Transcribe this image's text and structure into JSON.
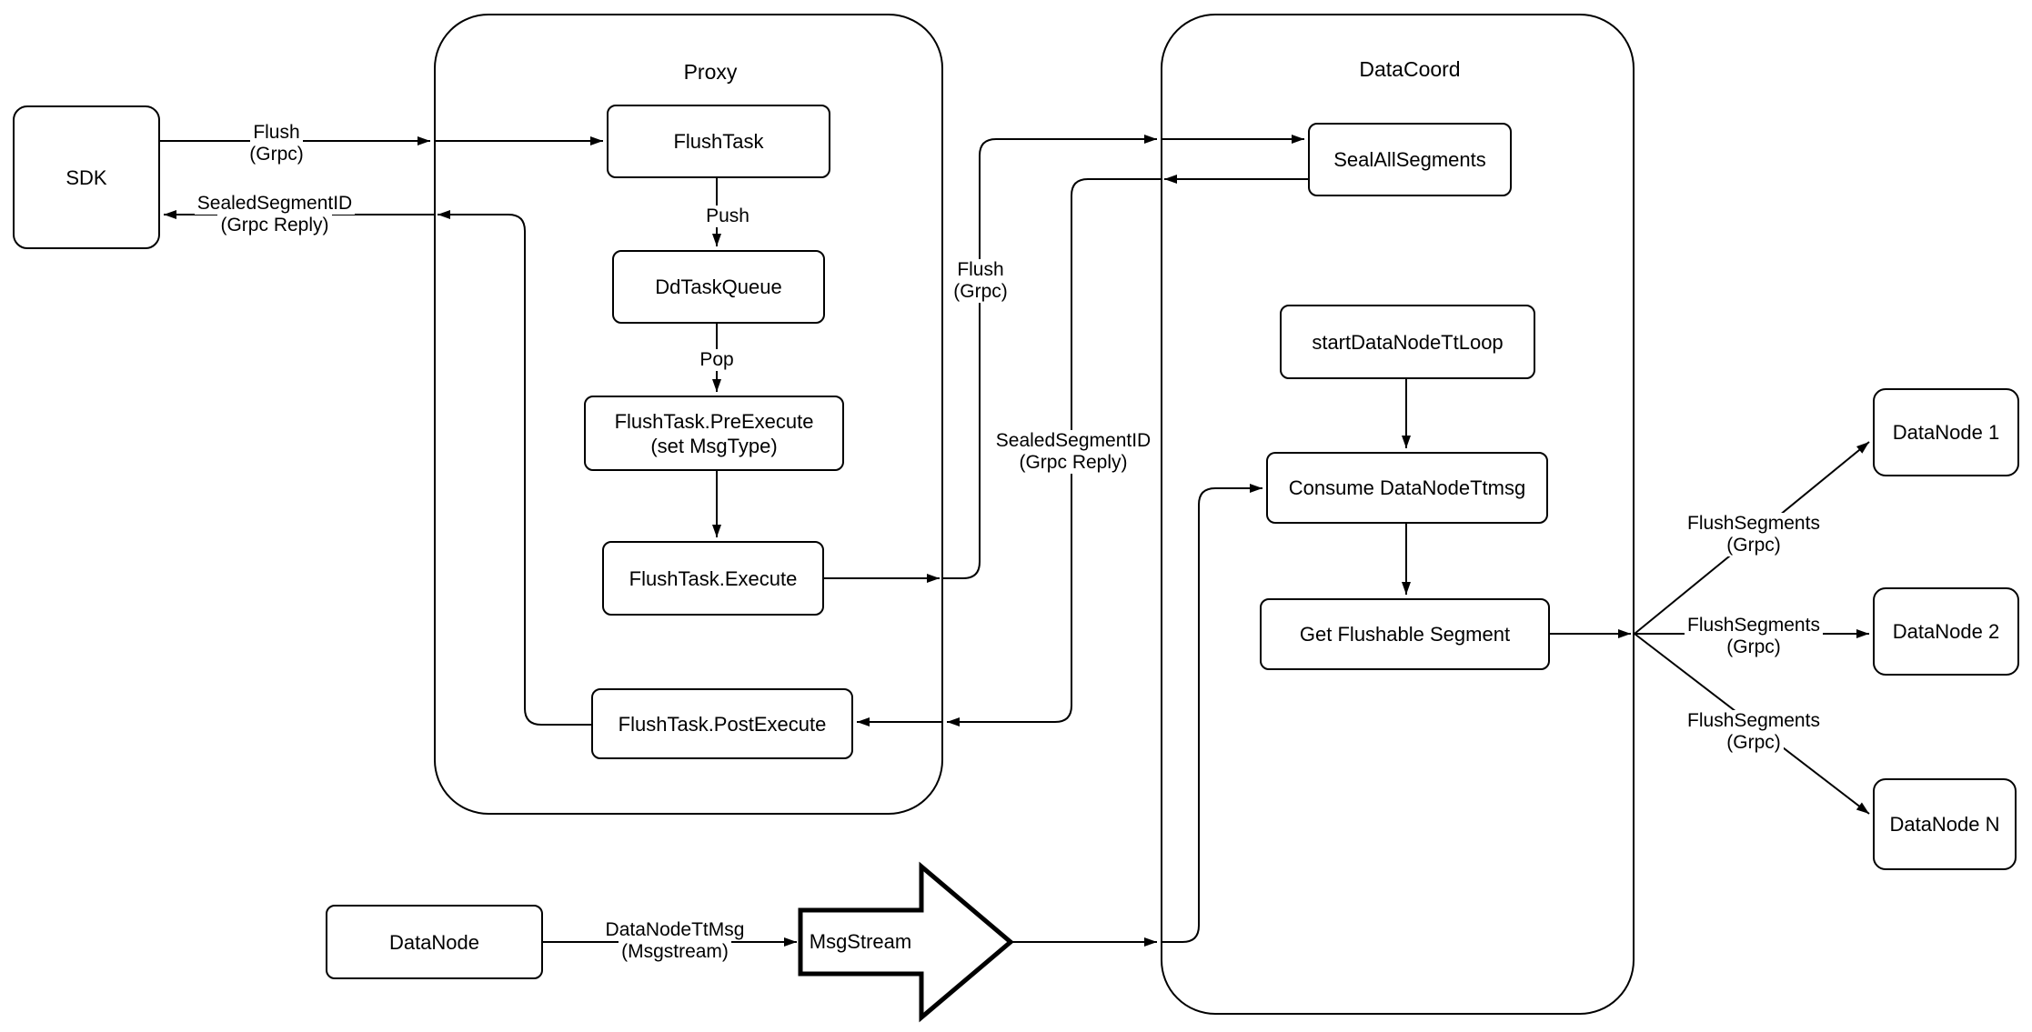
{
  "page": {
    "background": "#ffffff",
    "line_color": "#000000"
  },
  "containers": {
    "proxy": {
      "title": "Proxy"
    },
    "datacoord": {
      "title": "DataCoord"
    }
  },
  "nodes": {
    "sdk": {
      "label": "SDK"
    },
    "flush_task": {
      "label": "FlushTask"
    },
    "dd_task_queue": {
      "label": "DdTaskQueue"
    },
    "pre_execute": {
      "line1": "FlushTask.PreExecute",
      "line2": "(set MsgType)"
    },
    "execute": {
      "label": "FlushTask.Execute"
    },
    "post_execute": {
      "label": "FlushTask.PostExecute"
    },
    "seal_all_segments": {
      "label": "SealAllSegments"
    },
    "start_datanode_tt_loop": {
      "label": "startDataNodeTtLoop"
    },
    "consume_datanode_ttmsg": {
      "label": "Consume DataNodeTtmsg"
    },
    "get_flushable_segment": {
      "label": "Get Flushable Segment"
    },
    "datanode_1": {
      "label": "DataNode 1"
    },
    "datanode_2": {
      "label": "DataNode 2"
    },
    "datanode_n": {
      "label": "DataNode N"
    },
    "datanode": {
      "label": "DataNode"
    },
    "msgstream": {
      "label": "MsgStream"
    }
  },
  "edge_labels": {
    "flush_sdk": {
      "line1": "Flush",
      "line2": "(Grpc)"
    },
    "sealed_sdk": {
      "line1": "SealedSegmentID",
      "line2": "(Grpc Reply)"
    },
    "push": {
      "label": "Push"
    },
    "pop": {
      "label": "Pop"
    },
    "flush_mid": {
      "line1": "Flush",
      "line2": "(Grpc)"
    },
    "sealed_mid": {
      "line1": "SealedSegmentID",
      "line2": "(Grpc Reply)"
    },
    "flush_segments_1": {
      "line1": "FlushSegments",
      "line2": "(Grpc)"
    },
    "flush_segments_2": {
      "line1": "FlushSegments",
      "line2": "(Grpc)"
    },
    "flush_segments_3": {
      "line1": "FlushSegments",
      "line2": "(Grpc)"
    },
    "datanode_tt_msg": {
      "line1": "DataNodeTtMsg",
      "line2": "(Msgstream)"
    }
  }
}
